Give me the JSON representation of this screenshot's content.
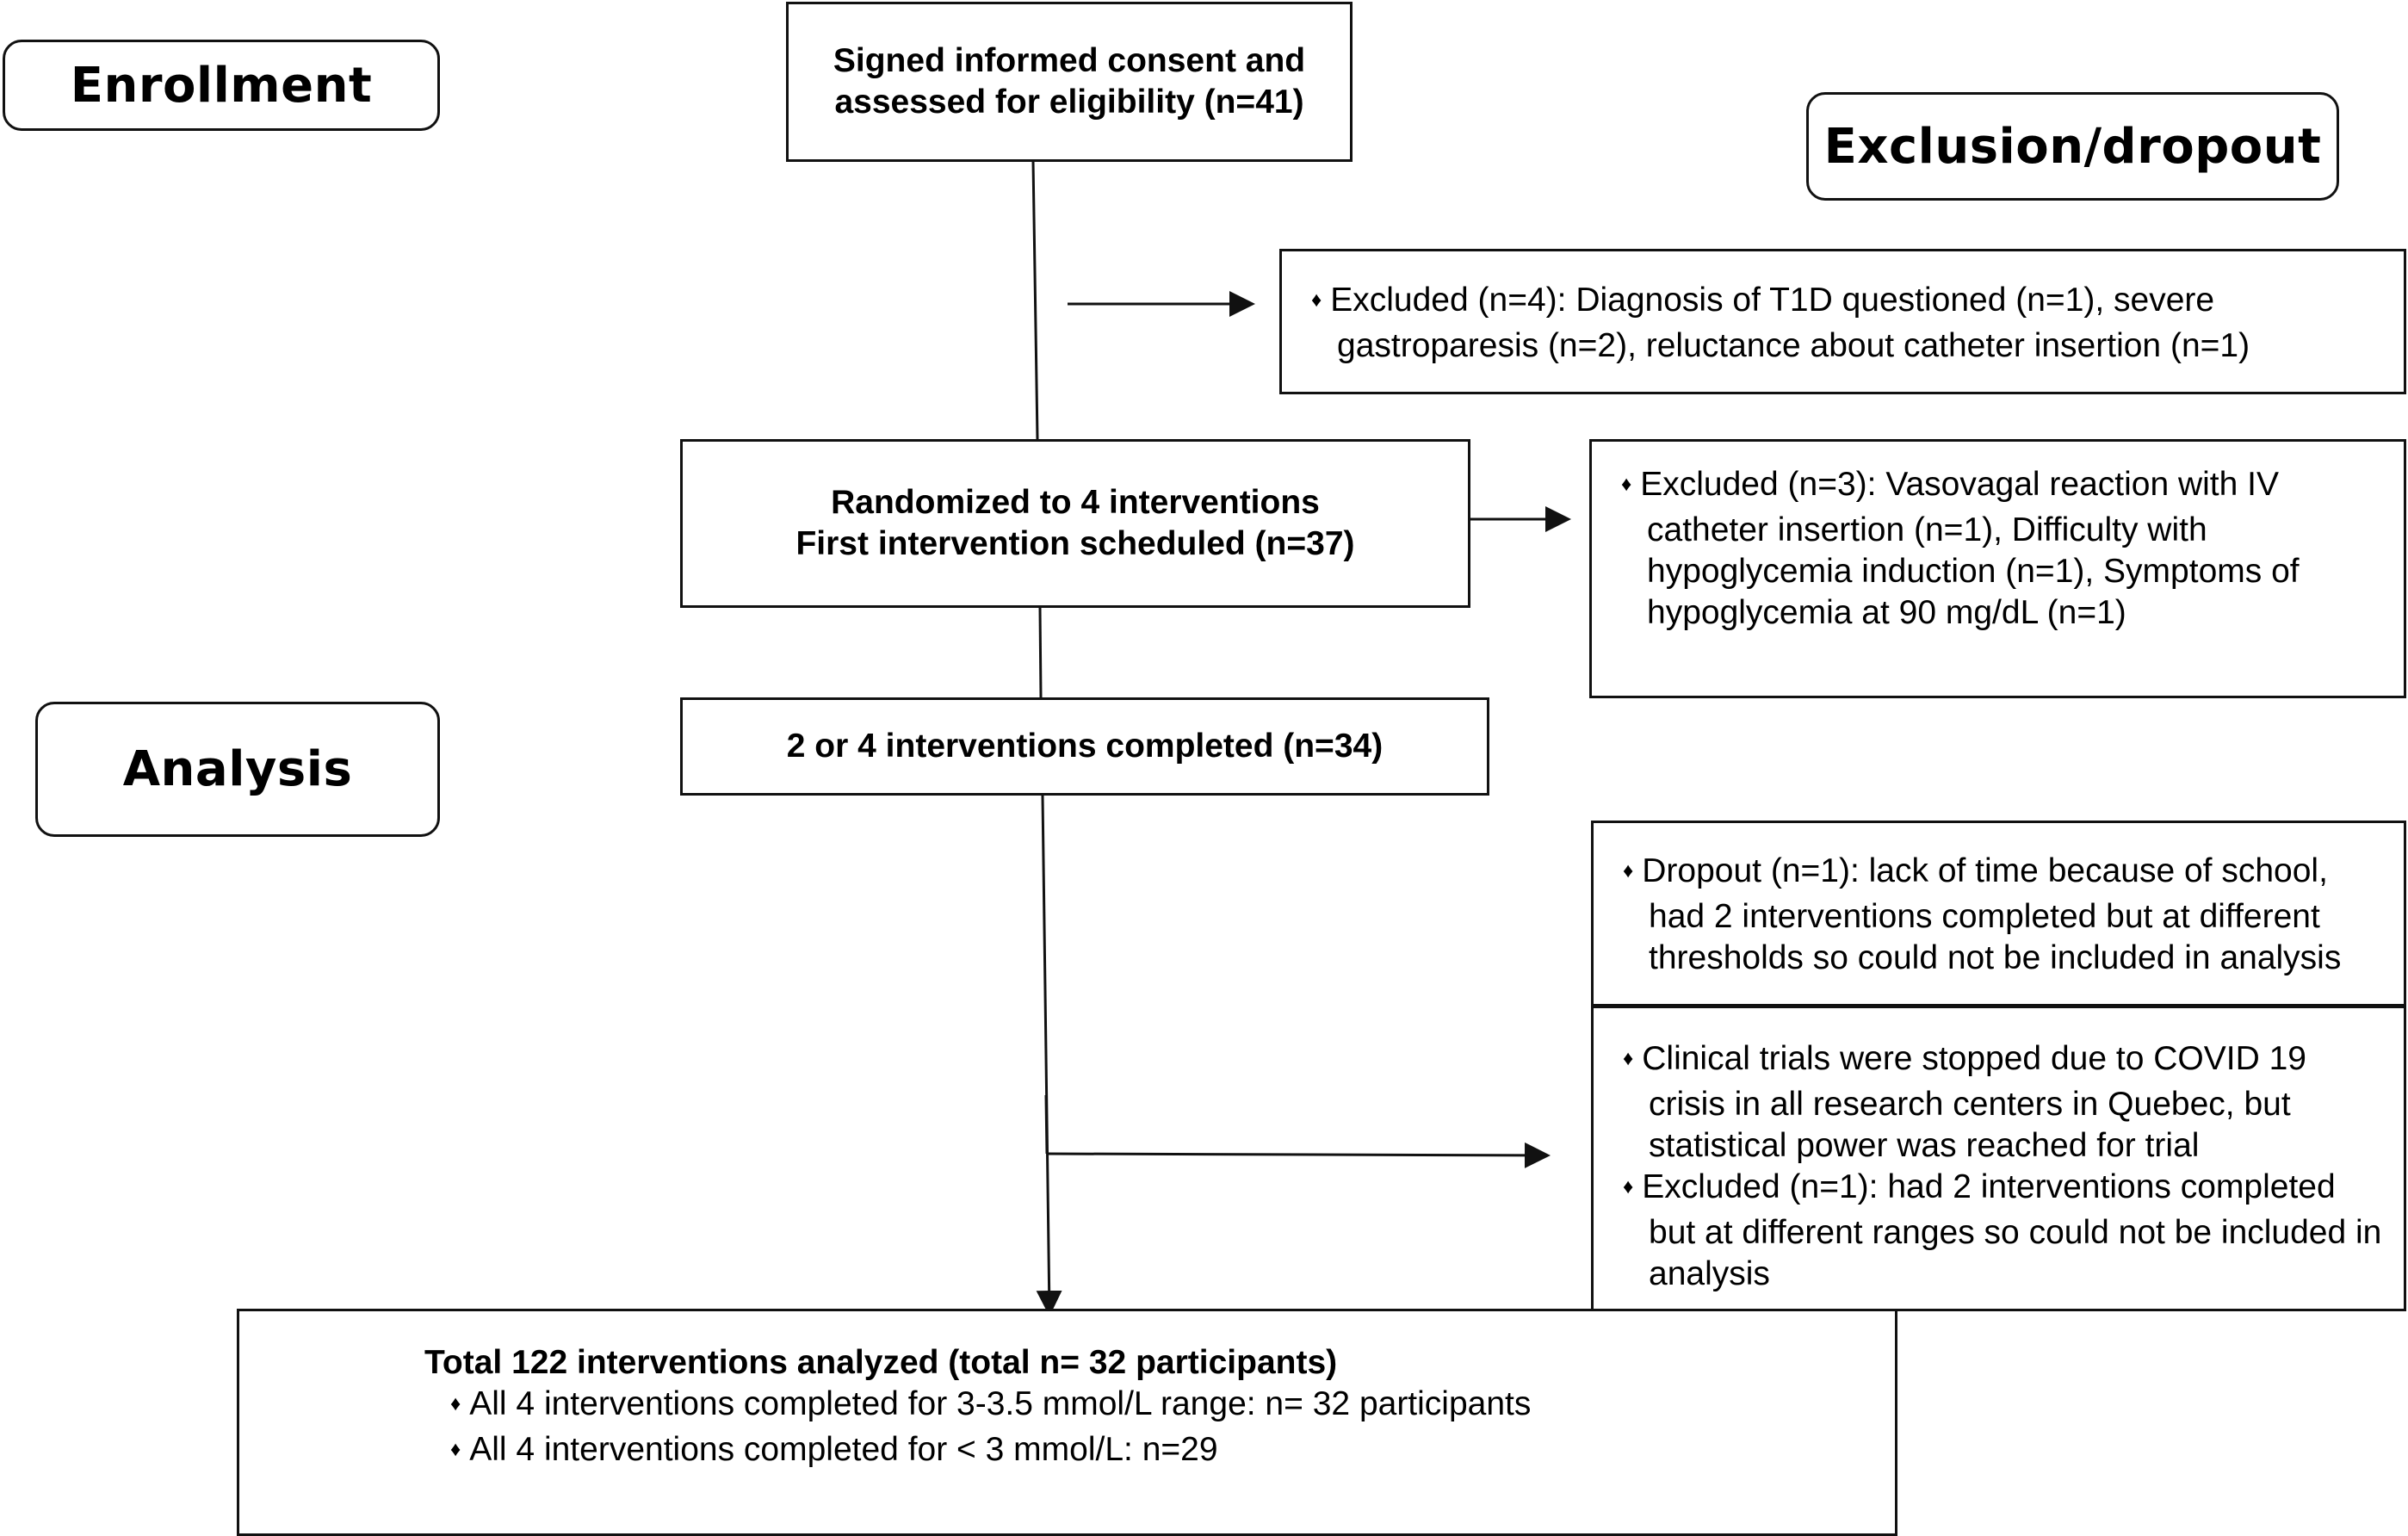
{
  "stages": {
    "enrollment": "Enrollment",
    "exclusion_dropout": "Exclusion/dropout",
    "analysis": "Analysis"
  },
  "flow": {
    "consent": [
      "Signed informed consent and",
      "assessed for eligibility (n=41)"
    ],
    "randomized": [
      "Randomized to 4 interventions",
      "First intervention scheduled (n=37)"
    ],
    "completed": "2 or 4 interventions completed (n=34)"
  },
  "bullet": "♦",
  "exclusions": {
    "first": [
      "Excluded (n=4): Diagnosis of T1D questioned (n=1), severe gastroparesis (n=2), reluctance about catheter insertion (n=1)"
    ],
    "second": [
      "Excluded (n=3): Vasovagal reaction with IV catheter insertion (n=1), Difficulty with hypoglycemia induction (n=1), Symptoms of hypoglycemia at 90 mg/dL (n=1)"
    ],
    "dropout": [
      "Dropout (n=1): lack of time because of school, had 2 interventions completed but at different thresholds so could not be included in analysis"
    ],
    "covid": [
      "Clinical trials were stopped due to COVID 19 crisis in all research centers in Quebec, but statistical power was reached for trial",
      "Excluded (n=1): had 2 interventions completed but at different ranges so could not be included in analysis"
    ]
  },
  "total": {
    "title": "Total 122 interventions analyzed (total n= 32 participants)",
    "items": [
      "All 4 interventions completed for 3-3.5 mmol/L range: n= 32 participants",
      "All 4 interventions completed for < 3 mmol/L: n=29"
    ]
  }
}
